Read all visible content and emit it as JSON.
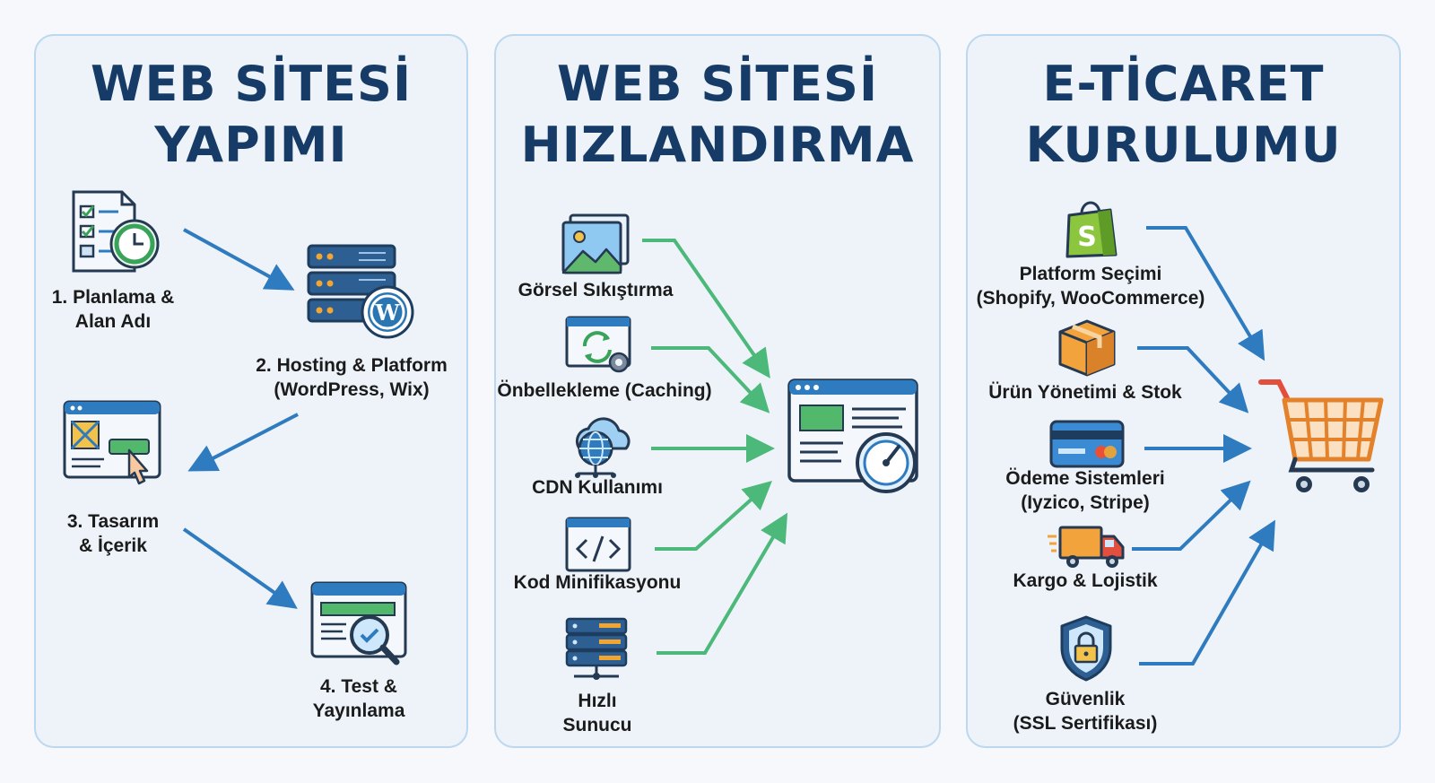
{
  "panels": [
    {
      "title": [
        "WEB SİTESİ",
        "YAPIMI"
      ],
      "steps": [
        {
          "label": [
            "1. Planlama &",
            "Alan Adı"
          ],
          "icon": "checklist-clock-icon"
        },
        {
          "label": [
            "2. Hosting & Platform",
            "(WordPress, Wix)"
          ],
          "icon": "server-wordpress-icon"
        },
        {
          "label": [
            "3. Tasarım",
            "& İçerik"
          ],
          "icon": "design-pointer-icon"
        },
        {
          "label": [
            "4. Test &",
            "Yayınlama"
          ],
          "icon": "browser-magnifier-icon"
        }
      ]
    },
    {
      "title": [
        "WEB SİTESİ",
        "HIZLANDIRMA"
      ],
      "items": [
        {
          "label": [
            "Görsel Sıkıştırma"
          ],
          "icon": "image-stack-icon"
        },
        {
          "label": [
            "Önbellekleme (Caching)"
          ],
          "icon": "cache-refresh-icon"
        },
        {
          "label": [
            "CDN Kullanımı"
          ],
          "icon": "cloud-globe-icon"
        },
        {
          "label": [
            "Kod Minifikasyonu"
          ],
          "icon": "code-window-icon"
        },
        {
          "label": [
            "Hızlı",
            "Sunucu"
          ],
          "icon": "server-rack-icon"
        }
      ],
      "target_icon": "browser-speedometer-icon"
    },
    {
      "title": [
        "E-TİCARET",
        "KURULUMU"
      ],
      "items": [
        {
          "label": [
            "Platform Seçimi",
            "(Shopify, WooCommerce)"
          ],
          "icon": "shopify-bag-icon"
        },
        {
          "label": [
            "Ürün Yönetimi & Stok"
          ],
          "icon": "package-box-icon"
        },
        {
          "label": [
            "Ödeme Sistemleri",
            "(Iyzico, Stripe)"
          ],
          "icon": "credit-card-icon"
        },
        {
          "label": [
            "Kargo & Lojistik"
          ],
          "icon": "delivery-truck-icon"
        },
        {
          "label": [
            "Güvenlik",
            "(SSL Sertifikası)"
          ],
          "icon": "security-shield-icon"
        }
      ],
      "target_icon": "shopping-cart-icon"
    }
  ],
  "colors": {
    "title": "#163b66",
    "panel_bg": "#edf3f9",
    "panel_border": "#bcd7ee",
    "arrow_blue": "#2f7bc0",
    "arrow_green": "#4cb87a",
    "accent_orange": "#f39c33"
  }
}
